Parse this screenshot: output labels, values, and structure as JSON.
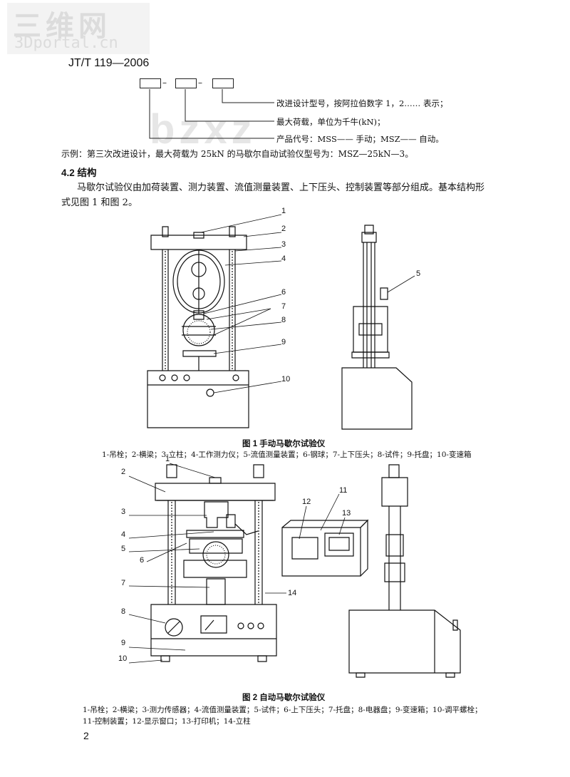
{
  "watermark": {
    "logo_cn": "三维网",
    "logo_en": "3Dportal.cn",
    "overlay": "bzxz"
  },
  "header": {
    "standard_code": "JT/T 119—2006"
  },
  "model_code": {
    "desc_1": "改进设计型号，按阿拉伯数字 1，2……  表示；",
    "desc_2": "最大荷载，单位为千牛(kN)；",
    "desc_3": "产品代号：MSS——  手动；MSZ——  自动。"
  },
  "example_text": "示例：第三次改进设计，最大荷载为 25kN 的马歇尔自动试验仪型号为：MSZ—25kN—3。",
  "section": {
    "heading": "4.2  结构",
    "para_line1": "马歇尔试验仪由加荷装置、测力装置、流值测量装置、上下压头、控制装置等部分组成。基本结构形",
    "para_line2": "式见图 1 和图 2。"
  },
  "figure1": {
    "caption": "图 1  手动马歇尔试验仪",
    "legend": "1-吊栓；2-横梁；3-立柱；4-工作测力仪；5-流值测量装置；6-钢球；7-上下压头；8-试件；9-托盘；10-变速箱",
    "labels": [
      "1",
      "2",
      "3",
      "4",
      "5",
      "6",
      "7",
      "8",
      "9",
      "10"
    ]
  },
  "figure2": {
    "caption": "图 2  自动马歇尔试验仪",
    "legend_line1": "1-吊栓；2-横梁；3-测力传感器；4-流值测量装置；5-试件；6-上下压头；7-托盘；8-电器盘；9-变速箱；10-调平螺栓；",
    "legend_line2": "11-控制装置；12-显示窗口；13-打印机；14-立柱",
    "labels": [
      "1",
      "2",
      "3",
      "4",
      "5",
      "6",
      "7",
      "8",
      "9",
      "10",
      "11",
      "12",
      "13",
      "14"
    ]
  },
  "page_number": "2"
}
